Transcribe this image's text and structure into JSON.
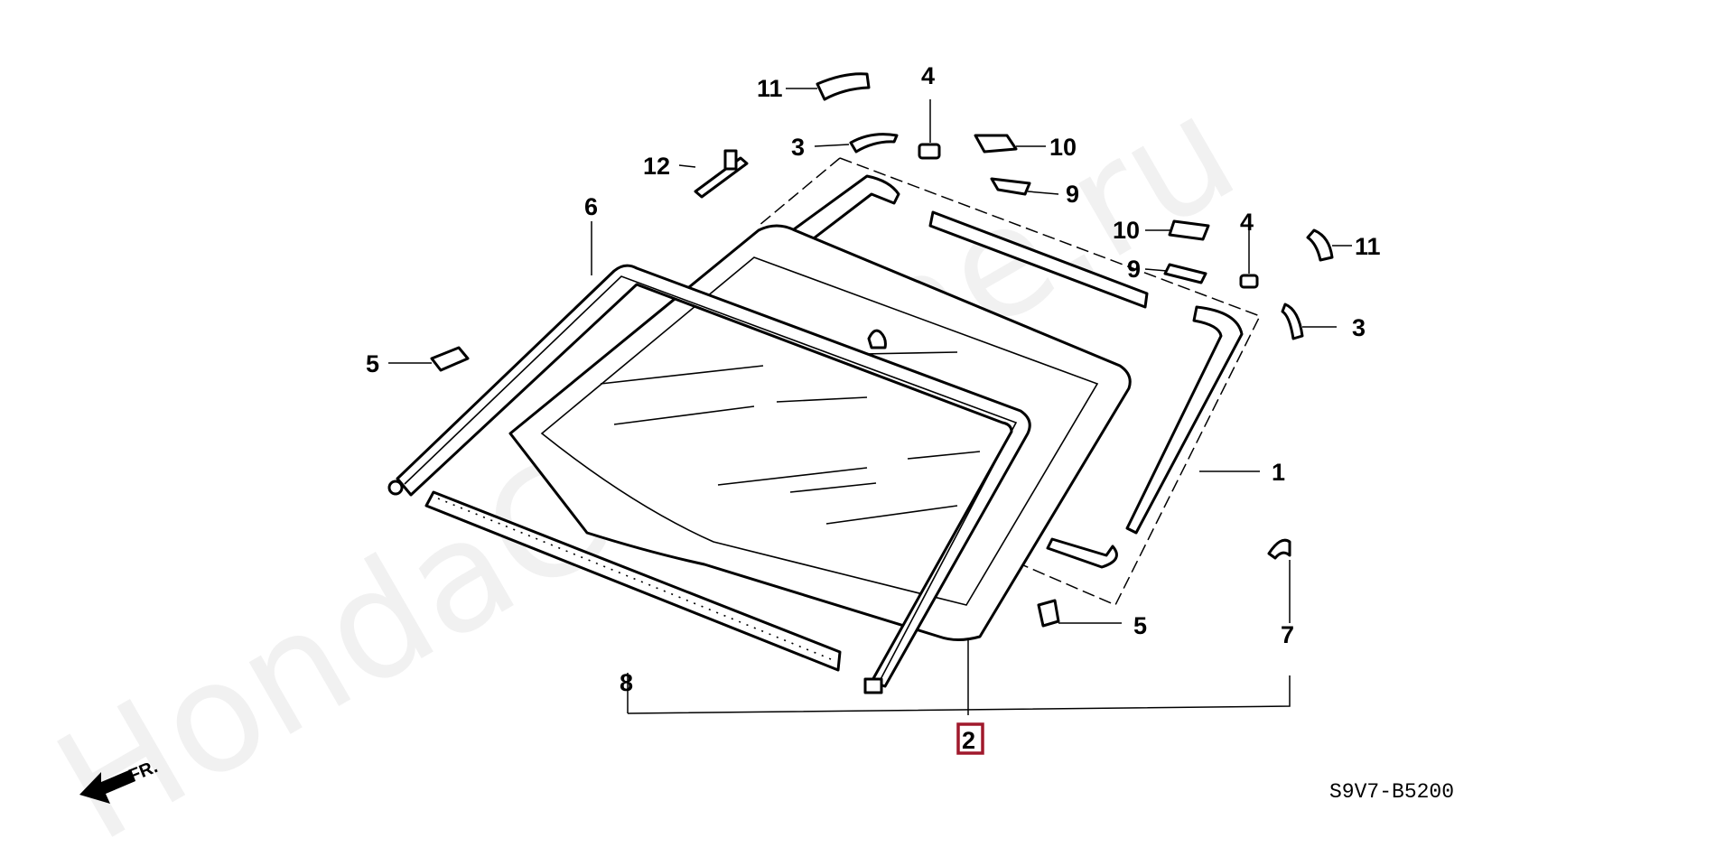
{
  "watermark": "HondaCarMine.ru",
  "diagram_code": "S9V7-B5200",
  "front_indicator": "FR.",
  "callouts": {
    "c1": "1",
    "c2": "2",
    "c3_left": "3",
    "c3_right": "3",
    "c4_left": "4",
    "c4_right": "4",
    "c5_left": "5",
    "c5_right": "5",
    "c6": "6",
    "c7": "7",
    "c8": "8",
    "c9_left": "9",
    "c9_right": "9",
    "c10_left": "10",
    "c10_right": "10",
    "c11_left": "11",
    "c11_right": "11",
    "c12": "12"
  },
  "highlighted_callout": "2",
  "colors": {
    "highlight_border": "#a0192c",
    "line": "#000000",
    "watermark": "#e6e6e6"
  }
}
